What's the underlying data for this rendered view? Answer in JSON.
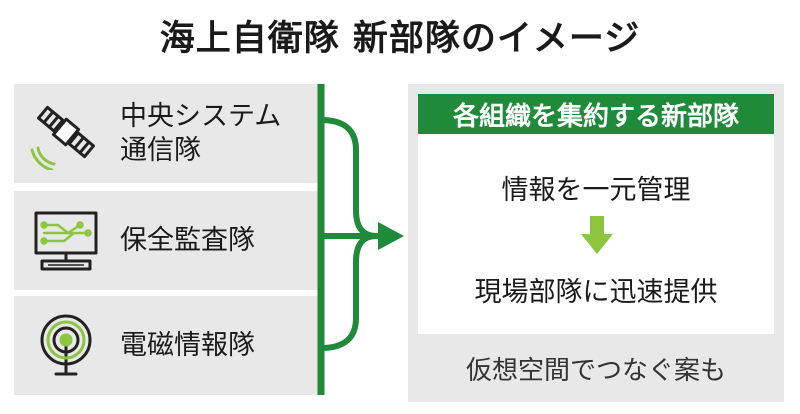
{
  "title": "海上自衛隊 新部隊のイメージ",
  "units": [
    {
      "label": "中央システム\n通信隊",
      "icon": "satellite-icon"
    },
    {
      "label": "保全監査隊",
      "icon": "computer-monitor-icon"
    },
    {
      "label": "電磁情報隊",
      "icon": "radio-antenna-icon"
    }
  ],
  "panel": {
    "header": "各組織を集約する新部隊",
    "line1": "情報を一元管理",
    "line2": "現場部隊に迅速提供",
    "footer": "仮想空間でつなぐ案も"
  },
  "colors": {
    "accent_green": "#1e8a3a",
    "light_green": "#8cc63f",
    "box_gray": "#e8e8e8"
  }
}
